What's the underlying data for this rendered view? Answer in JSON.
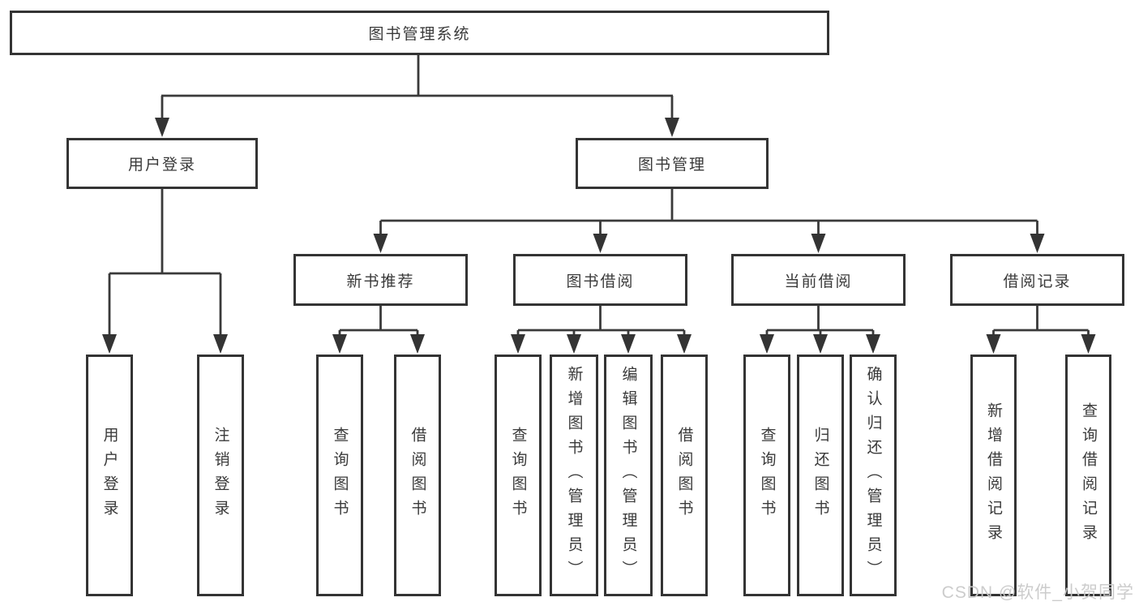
{
  "diagram": {
    "root": "图书管理系统",
    "level2": [
      "用户登录",
      "图书管理"
    ],
    "level3": [
      "新书推荐",
      "图书借阅",
      "当前借阅",
      "借阅记录"
    ],
    "leaves": {
      "user": [
        "用户登录",
        "注销登录"
      ],
      "new_books": [
        "查询图书",
        "借阅图书"
      ],
      "book_borrow": [
        "查询图书",
        "新增图书（管理员）",
        "编辑图书（管理员）",
        "借阅图书"
      ],
      "current_borrow": [
        "查询图书",
        "归还图书",
        "确认归还（管理员）"
      ],
      "borrow_records": [
        "新增借阅记录",
        "查询借阅记录"
      ]
    }
  },
  "watermark": {
    "text": "CSDN @软件_小贺同学"
  },
  "colors": {
    "line": "#3a3a3a",
    "box_border": "#343434",
    "text": "#3a3a3a",
    "background": "#ffffff",
    "watermark": "#c9c9c9"
  }
}
